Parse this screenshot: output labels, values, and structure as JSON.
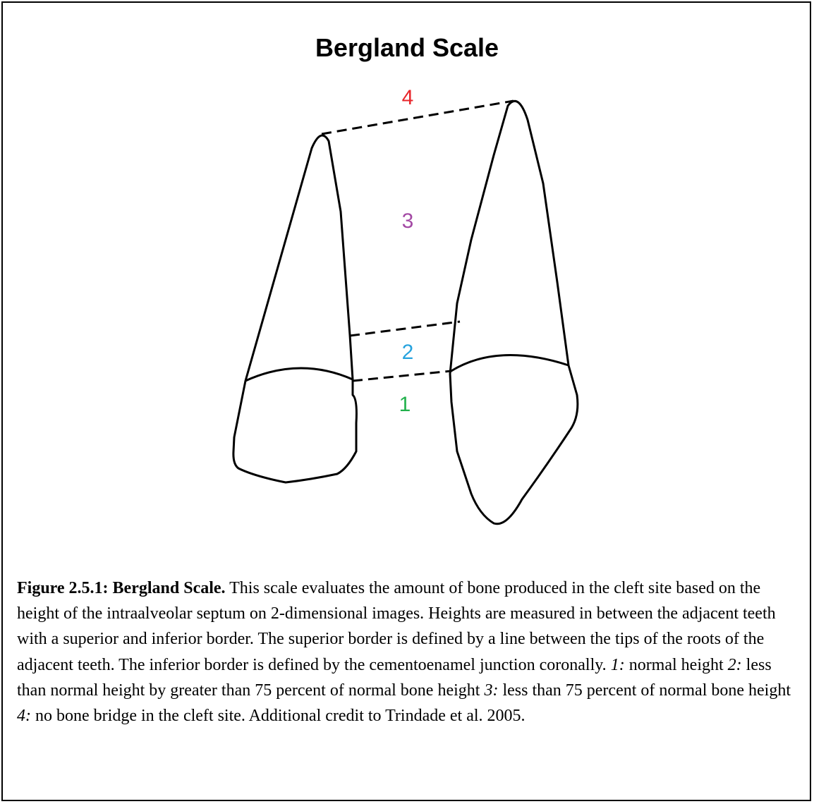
{
  "title": "Bergland Scale",
  "diagram": {
    "labels": {
      "level_4": "4",
      "level_3": "3",
      "level_2": "2",
      "level_1": "1"
    },
    "colors": {
      "level_4": "#e8262b",
      "level_3": "#a349a4",
      "level_2": "#27a3de",
      "level_1": "#22b14c",
      "outline": "#000000"
    }
  },
  "caption": {
    "heading": "Figure 2.5.1: Bergland Scale.",
    "text_1": " This scale evaluates the amount of bone produced in the cleft site based on the height of the intraalveolar septum on 2-dimensional images. Heights are measured in between the adjacent teeth with a superior and inferior border. The superior border is defined by a line between the tips of the roots of the adjacent teeth. The inferior border is defined by the cementoenamel junction coronally. ",
    "item_1_key": "1:",
    "item_1_text": " normal height ",
    "item_2_key": "2:",
    "item_2_text": " less than normal height by greater than 75 percent of normal bone height ",
    "item_3_key": "3:",
    "item_3_text": " less than 75 percent of normal bone height ",
    "item_4_key": "4:",
    "item_4_text": " no bone bridge in the cleft site. Additional credit to Trindade et al. 2005."
  }
}
